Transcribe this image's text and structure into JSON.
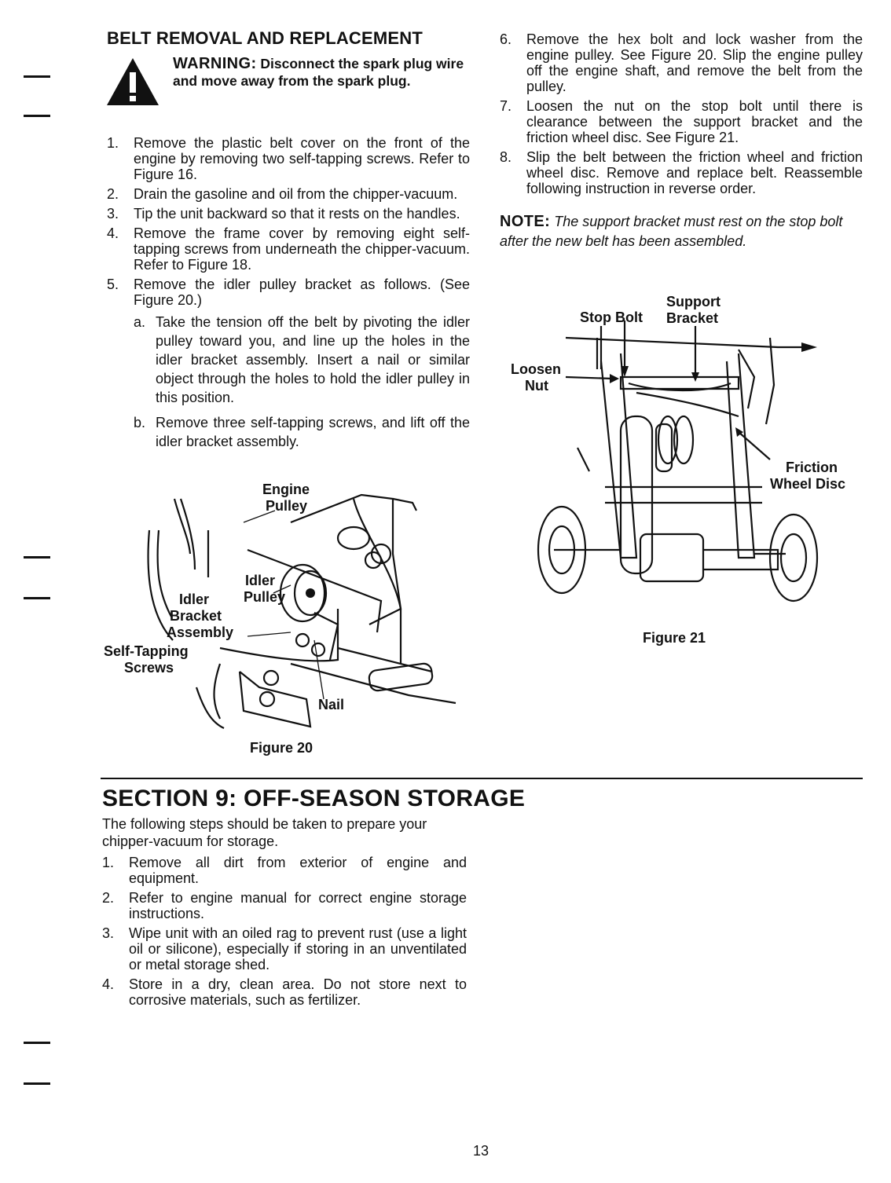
{
  "belt_section": {
    "heading": "BELT REMOVAL AND REPLACEMENT",
    "warning_lead": "WARNING:",
    "warning_text": "Disconnect the spark plug wire and move away from the spark plug.",
    "steps": [
      {
        "num": "1.",
        "text": "Remove the plastic belt cover on the front of the engine by removing two self-tapping screws. Refer to Figure 16."
      },
      {
        "num": "2.",
        "text": "Drain the gasoline and oil from the chipper-vacuum."
      },
      {
        "num": "3.",
        "text": "Tip the unit backward so that it rests on the handles."
      },
      {
        "num": "4.",
        "text": "Remove the frame cover by removing eight self-tapping screws from underneath the chipper-vacuum. Refer to Figure 18."
      },
      {
        "num": "5.",
        "text": "Remove the idler pulley bracket as follows. (See Figure 20.)"
      }
    ],
    "substeps": [
      {
        "num": "a.",
        "text": "Take the tension off the belt by pivoting the idler pulley toward you, and line up the holes in the idler bracket assembly. Insert a nail or similar object through the holes to hold the idler pulley in this position."
      },
      {
        "num": "b.",
        "text": "Remove three self-tapping screws, and lift off the idler bracket assembly."
      }
    ],
    "steps_right": [
      {
        "num": "6.",
        "text": "Remove the hex bolt and lock washer from the engine pulley. See Figure 20. Slip the engine pulley off the engine shaft, and remove the belt from the pulley."
      },
      {
        "num": "7.",
        "text": "Loosen the nut on the stop bolt until there is clearance between the support bracket and the friction wheel disc. See Figure 21."
      },
      {
        "num": "8.",
        "text": "Slip the belt between the friction wheel and friction wheel disc. Remove and replace belt. Reassemble following instruction in reverse order."
      }
    ],
    "note_label": "NOTE:",
    "note_text": "The support bracket must rest on the stop bolt after the new belt has been assembled."
  },
  "figure20": {
    "caption": "Figure 20",
    "labels": {
      "engine_pulley_1": "Engine",
      "engine_pulley_2": "Pulley",
      "idler_pulley_1": "Idler",
      "idler_pulley_2": "Pulley",
      "idler_bracket_1": "Idler",
      "idler_bracket_2": "Bracket",
      "idler_bracket_3": "Assembly",
      "screws_1": "Self-Tapping",
      "screws_2": "Screws",
      "nail": "Nail"
    }
  },
  "figure21": {
    "caption": "Figure 21",
    "labels": {
      "stop_bolt": "Stop Bolt",
      "support_1": "Support",
      "support_2": "Bracket",
      "loosen_1": "Loosen",
      "loosen_2": "Nut",
      "friction_1": "Friction",
      "friction_2": "Wheel Disc"
    }
  },
  "storage_section": {
    "heading": "SECTION 9:  OFF-SEASON STORAGE",
    "intro": "The following steps should be taken to prepare your chipper-vacuum for storage.",
    "steps": [
      {
        "num": "1.",
        "text": "Remove all dirt from exterior of engine and equipment."
      },
      {
        "num": "2.",
        "text": "Refer to engine manual for correct engine storage instructions."
      },
      {
        "num": "3.",
        "text": "Wipe unit with an oiled rag to prevent rust (use a light oil or silicone), especially if storing in an unventilated or metal storage shed."
      },
      {
        "num": "4.",
        "text": "Store in a dry, clean area. Do not store next to corrosive materials, such as fertilizer."
      }
    ]
  },
  "page_number": "13"
}
